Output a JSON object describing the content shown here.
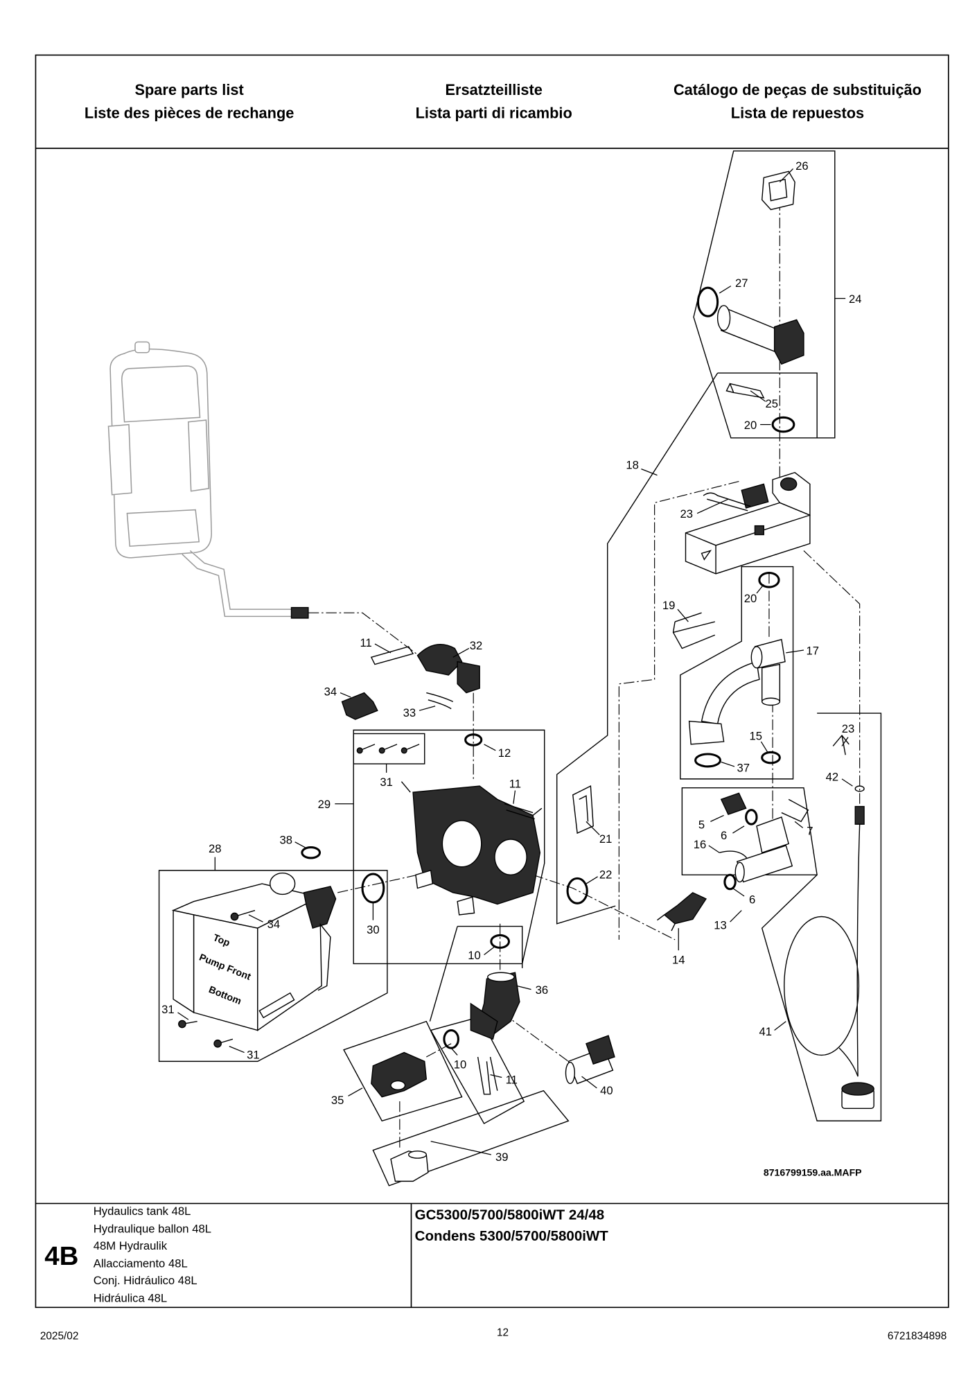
{
  "header": {
    "col1": [
      "Spare parts list",
      "Liste des pièces de rechange"
    ],
    "col2": [
      "Ersatzteilliste",
      "Lista parti di ricambio"
    ],
    "col3": [
      "Catálogo de peças de substituição",
      "Lista de repuestos"
    ]
  },
  "diagram": {
    "callouts": [
      "26",
      "27",
      "24",
      "25",
      "20",
      "18",
      "23",
      "20",
      "19",
      "17",
      "11",
      "32",
      "34",
      "33",
      "12",
      "15",
      "23",
      "37",
      "42",
      "31",
      "11",
      "29",
      "5",
      "7",
      "6",
      "16",
      "21",
      "38",
      "28",
      "22",
      "6",
      "34",
      "13",
      "30",
      "10",
      "14",
      "36",
      "31",
      "41",
      "31",
      "10",
      "11",
      "40",
      "35",
      "39"
    ],
    "pump_labels": [
      "Top",
      "Pump Front",
      "Bottom"
    ],
    "drawing_code": "8716799159.aa.MAFP"
  },
  "footer_block": {
    "section": "4B",
    "titles": [
      "Hydaulics tank 48L",
      "Hydraulique ballon 48L",
      "48M Hydraulik",
      "Allacciamento 48L",
      "Conj. Hidráulico 48L",
      "Hidráulica 48L"
    ],
    "models": [
      "GC5300/5700/5800iWT 24/48",
      "Condens 5300/5700/5800iWT"
    ]
  },
  "page": {
    "date": "2025/02",
    "number": "12",
    "doc_id": "6721834898"
  }
}
